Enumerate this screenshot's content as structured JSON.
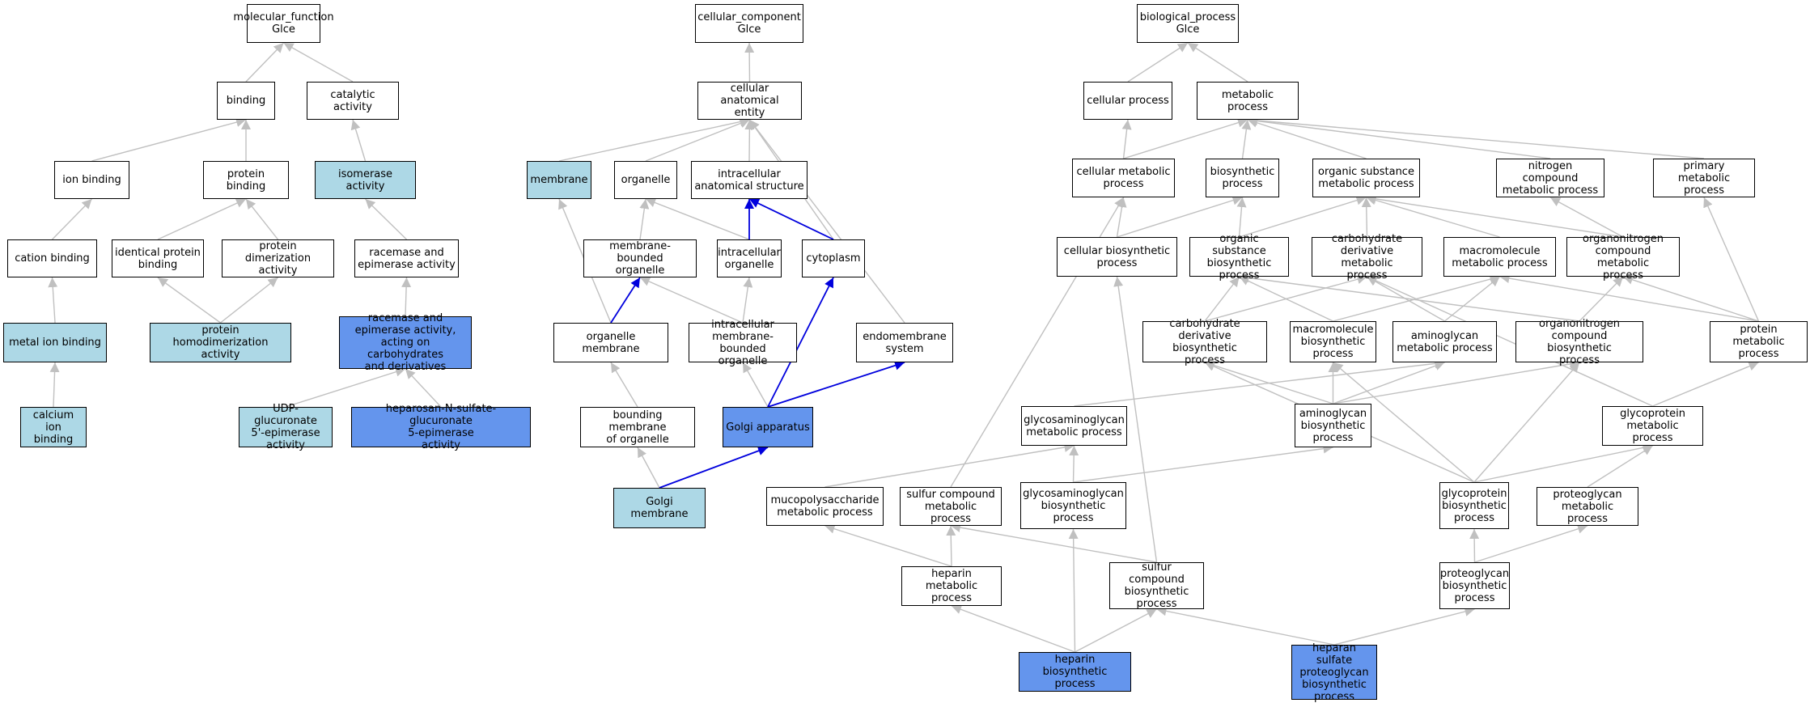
{
  "nodes": [
    {
      "id": "mf",
      "label": "molecular_function\nGlce",
      "fill": "white"
    },
    {
      "id": "cc",
      "label": "cellular_component\nGlce",
      "fill": "white"
    },
    {
      "id": "bp",
      "label": "biological_process\nGlce",
      "fill": "white"
    },
    {
      "id": "binding",
      "label": "binding",
      "fill": "white"
    },
    {
      "id": "catalytic",
      "label": "catalytic activity",
      "fill": "white"
    },
    {
      "id": "ion_binding",
      "label": "ion binding",
      "fill": "white"
    },
    {
      "id": "protein_binding",
      "label": "protein binding",
      "fill": "white"
    },
    {
      "id": "isomerase",
      "label": "isomerase activity",
      "fill": "light"
    },
    {
      "id": "cation_binding",
      "label": "cation binding",
      "fill": "white"
    },
    {
      "id": "identical_protein",
      "label": "identical protein\nbinding",
      "fill": "white"
    },
    {
      "id": "protein_dimer",
      "label": "protein dimerization\nactivity",
      "fill": "white"
    },
    {
      "id": "racemase",
      "label": "racemase and\nepimerase activity",
      "fill": "white"
    },
    {
      "id": "metal_ion",
      "label": "metal ion binding",
      "fill": "light"
    },
    {
      "id": "protein_homodimer",
      "label": "protein homodimerization\nactivity",
      "fill": "light"
    },
    {
      "id": "racemase_carb",
      "label": "racemase and\nepimerase activity,\nacting on carbohydrates\nand derivatives",
      "fill": "dark"
    },
    {
      "id": "calcium",
      "label": "calcium ion\nbinding",
      "fill": "light"
    },
    {
      "id": "udp",
      "label": "UDP-glucuronate\n5'-epimerase\nactivity",
      "fill": "light"
    },
    {
      "id": "heparosan",
      "label": "heparosan-N-sulfate-glucuronate\n5-epimerase\nactivity",
      "fill": "dark"
    },
    {
      "id": "cae",
      "label": "cellular anatomical\nentity",
      "fill": "white"
    },
    {
      "id": "membrane",
      "label": "membrane",
      "fill": "light"
    },
    {
      "id": "organelle",
      "label": "organelle",
      "fill": "white"
    },
    {
      "id": "ias",
      "label": "intracellular\nanatomical structure",
      "fill": "white"
    },
    {
      "id": "mbo",
      "label": "membrane-bounded\norganelle",
      "fill": "white"
    },
    {
      "id": "io",
      "label": "intracellular\norganelle",
      "fill": "white"
    },
    {
      "id": "cytoplasm",
      "label": "cytoplasm",
      "fill": "white"
    },
    {
      "id": "org_membrane",
      "label": "organelle membrane",
      "fill": "white"
    },
    {
      "id": "imbo",
      "label": "intracellular\nmembrane-bounded\norganelle",
      "fill": "white"
    },
    {
      "id": "endomembrane",
      "label": "endomembrane\nsystem",
      "fill": "white"
    },
    {
      "id": "bmo",
      "label": "bounding membrane\nof organelle",
      "fill": "white"
    },
    {
      "id": "golgi",
      "label": "Golgi apparatus",
      "fill": "dark"
    },
    {
      "id": "golgi_membrane",
      "label": "Golgi membrane",
      "fill": "light"
    },
    {
      "id": "cellular_process",
      "label": "cellular process",
      "fill": "white"
    },
    {
      "id": "metabolic_process",
      "label": "metabolic process",
      "fill": "white"
    },
    {
      "id": "cmp",
      "label": "cellular metabolic\nprocess",
      "fill": "white"
    },
    {
      "id": "biosynthetic",
      "label": "biosynthetic\nprocess",
      "fill": "white"
    },
    {
      "id": "osmp",
      "label": "organic substance\nmetabolic process",
      "fill": "white"
    },
    {
      "id": "ncmp",
      "label": "nitrogen compound\nmetabolic process",
      "fill": "white"
    },
    {
      "id": "pmp",
      "label": "primary metabolic\nprocess",
      "fill": "white"
    },
    {
      "id": "cbp",
      "label": "cellular biosynthetic\nprocess",
      "fill": "white"
    },
    {
      "id": "osbp",
      "label": "organic substance\nbiosynthetic\nprocess",
      "fill": "white"
    },
    {
      "id": "cdmp",
      "label": "carbohydrate\nderivative metabolic\nprocess",
      "fill": "white"
    },
    {
      "id": "mmp",
      "label": "macromolecule\nmetabolic process",
      "fill": "white"
    },
    {
      "id": "onmp",
      "label": "organonitrogen\ncompound metabolic\nprocess",
      "fill": "white"
    },
    {
      "id": "cdbp",
      "label": "carbohydrate\nderivative biosynthetic\nprocess",
      "fill": "white"
    },
    {
      "id": "mbp",
      "label": "macromolecule\nbiosynthetic\nprocess",
      "fill": "white"
    },
    {
      "id": "amp",
      "label": "aminoglycan\nmetabolic process",
      "fill": "white"
    },
    {
      "id": "onbp",
      "label": "organonitrogen\ncompound biosynthetic\nprocess",
      "fill": "white"
    },
    {
      "id": "protmp",
      "label": "protein metabolic\nprocess",
      "fill": "white"
    },
    {
      "id": "gagmp",
      "label": "glycosaminoglycan\nmetabolic process",
      "fill": "white"
    },
    {
      "id": "abp",
      "label": "aminoglycan\nbiosynthetic\nprocess",
      "fill": "white"
    },
    {
      "id": "gpmp",
      "label": "glycoprotein\nmetabolic process",
      "fill": "white"
    },
    {
      "id": "mucomp",
      "label": "mucopolysaccharide\nmetabolic process",
      "fill": "white"
    },
    {
      "id": "scmp",
      "label": "sulfur compound\nmetabolic process",
      "fill": "white"
    },
    {
      "id": "gagbp",
      "label": "glycosaminoglycan\nbiosynthetic\nprocess",
      "fill": "white"
    },
    {
      "id": "gpbp",
      "label": "glycoprotein\nbiosynthetic\nprocess",
      "fill": "white"
    },
    {
      "id": "pgmp",
      "label": "proteoglycan\nmetabolic process",
      "fill": "white"
    },
    {
      "id": "hepmp",
      "label": "heparin metabolic\nprocess",
      "fill": "white"
    },
    {
      "id": "scbp",
      "label": "sulfur compound\nbiosynthetic\nprocess",
      "fill": "white"
    },
    {
      "id": "pgbp",
      "label": "proteoglycan\nbiosynthetic\nprocess",
      "fill": "white"
    },
    {
      "id": "hepbp",
      "label": "heparin biosynthetic\nprocess",
      "fill": "dark"
    },
    {
      "id": "hspgbp",
      "label": "heparan sulfate\nproteoglycan\nbiosynthetic\nprocess",
      "fill": "dark"
    }
  ],
  "edges": [
    [
      "binding",
      "mf",
      "gray"
    ],
    [
      "catalytic",
      "mf",
      "gray"
    ],
    [
      "ion_binding",
      "binding",
      "gray"
    ],
    [
      "protein_binding",
      "binding",
      "gray"
    ],
    [
      "isomerase",
      "catalytic",
      "gray"
    ],
    [
      "cation_binding",
      "ion_binding",
      "gray"
    ],
    [
      "identical_protein",
      "protein_binding",
      "gray"
    ],
    [
      "protein_dimer",
      "protein_binding",
      "gray"
    ],
    [
      "racemase",
      "isomerase",
      "gray"
    ],
    [
      "metal_ion",
      "cation_binding",
      "gray"
    ],
    [
      "protein_homodimer",
      "identical_protein",
      "gray"
    ],
    [
      "protein_homodimer",
      "protein_dimer",
      "gray"
    ],
    [
      "racemase_carb",
      "racemase",
      "gray"
    ],
    [
      "calcium",
      "metal_ion",
      "gray"
    ],
    [
      "udp",
      "racemase_carb",
      "gray"
    ],
    [
      "heparosan",
      "racemase_carb",
      "gray"
    ],
    [
      "cae",
      "cc",
      "gray"
    ],
    [
      "membrane",
      "cae",
      "gray"
    ],
    [
      "organelle",
      "cae",
      "gray"
    ],
    [
      "ias",
      "cae",
      "gray"
    ],
    [
      "cytoplasm",
      "cae",
      "gray"
    ],
    [
      "endomembrane",
      "cae",
      "gray"
    ],
    [
      "mbo",
      "organelle",
      "gray"
    ],
    [
      "io",
      "organelle",
      "gray"
    ],
    [
      "io",
      "ias",
      "blue"
    ],
    [
      "cytoplasm",
      "ias",
      "blue"
    ],
    [
      "org_membrane",
      "membrane",
      "gray"
    ],
    [
      "org_membrane",
      "mbo",
      "blue"
    ],
    [
      "imbo",
      "mbo",
      "gray"
    ],
    [
      "imbo",
      "io",
      "gray"
    ],
    [
      "bmo",
      "org_membrane",
      "gray"
    ],
    [
      "golgi",
      "imbo",
      "gray"
    ],
    [
      "golgi",
      "cytoplasm",
      "blue"
    ],
    [
      "golgi",
      "endomembrane",
      "blue"
    ],
    [
      "golgi_membrane",
      "bmo",
      "gray"
    ],
    [
      "golgi_membrane",
      "golgi",
      "blue"
    ],
    [
      "cellular_process",
      "bp",
      "gray"
    ],
    [
      "metabolic_process",
      "bp",
      "gray"
    ],
    [
      "cmp",
      "cellular_process",
      "gray"
    ],
    [
      "cmp",
      "metabolic_process",
      "gray"
    ],
    [
      "biosynthetic",
      "metabolic_process",
      "gray"
    ],
    [
      "osmp",
      "metabolic_process",
      "gray"
    ],
    [
      "ncmp",
      "metabolic_process",
      "gray"
    ],
    [
      "pmp",
      "metabolic_process",
      "gray"
    ],
    [
      "cbp",
      "cmp",
      "gray"
    ],
    [
      "cbp",
      "biosynthetic",
      "gray"
    ],
    [
      "osbp",
      "biosynthetic",
      "gray"
    ],
    [
      "osbp",
      "osmp",
      "gray"
    ],
    [
      "cdmp",
      "osmp",
      "gray"
    ],
    [
      "mmp",
      "osmp",
      "gray"
    ],
    [
      "onmp",
      "osmp",
      "gray"
    ],
    [
      "onmp",
      "ncmp",
      "gray"
    ],
    [
      "cdbp",
      "osbp",
      "gray"
    ],
    [
      "cdbp",
      "cdmp",
      "gray"
    ],
    [
      "mbp",
      "osbp",
      "gray"
    ],
    [
      "mbp",
      "mmp",
      "gray"
    ],
    [
      "amp",
      "cdmp",
      "gray"
    ],
    [
      "amp",
      "mmp",
      "gray"
    ],
    [
      "onbp",
      "osbp",
      "gray"
    ],
    [
      "onbp",
      "onmp",
      "gray"
    ],
    [
      "protmp",
      "mmp",
      "gray"
    ],
    [
      "protmp",
      "onmp",
      "gray"
    ],
    [
      "protmp",
      "pmp",
      "gray"
    ],
    [
      "gagmp",
      "amp",
      "gray"
    ],
    [
      "abp",
      "cdbp",
      "gray"
    ],
    [
      "abp",
      "mbp",
      "gray"
    ],
    [
      "abp",
      "amp",
      "gray"
    ],
    [
      "abp",
      "onbp",
      "gray"
    ],
    [
      "gpmp",
      "protmp",
      "gray"
    ],
    [
      "gpmp",
      "cdmp",
      "gray"
    ],
    [
      "mucomp",
      "gagmp",
      "gray"
    ],
    [
      "scmp",
      "cmp",
      "gray"
    ],
    [
      "gagbp",
      "gagmp",
      "gray"
    ],
    [
      "gagbp",
      "abp",
      "gray"
    ],
    [
      "gpbp",
      "cdbp",
      "gray"
    ],
    [
      "gpbp",
      "mbp",
      "gray"
    ],
    [
      "gpbp",
      "onbp",
      "gray"
    ],
    [
      "gpbp",
      "gpmp",
      "gray"
    ],
    [
      "pgmp",
      "gpmp",
      "gray"
    ],
    [
      "hepmp",
      "mucomp",
      "gray"
    ],
    [
      "hepmp",
      "scmp",
      "gray"
    ],
    [
      "scbp",
      "scmp",
      "gray"
    ],
    [
      "scbp",
      "cbp",
      "gray"
    ],
    [
      "pgbp",
      "gpbp",
      "gray"
    ],
    [
      "pgbp",
      "pgmp",
      "gray"
    ],
    [
      "hepbp",
      "hepmp",
      "gray"
    ],
    [
      "hepbp",
      "gagbp",
      "gray"
    ],
    [
      "hepbp",
      "scbp",
      "gray"
    ],
    [
      "hspgbp",
      "scbp",
      "gray"
    ],
    [
      "hspgbp",
      "pgbp",
      "gray"
    ]
  ],
  "colors": {
    "light": "#add8e6",
    "dark": "#6495ed",
    "edge_gray": "#c0c0c0",
    "edge_blue": "#0000dd"
  }
}
